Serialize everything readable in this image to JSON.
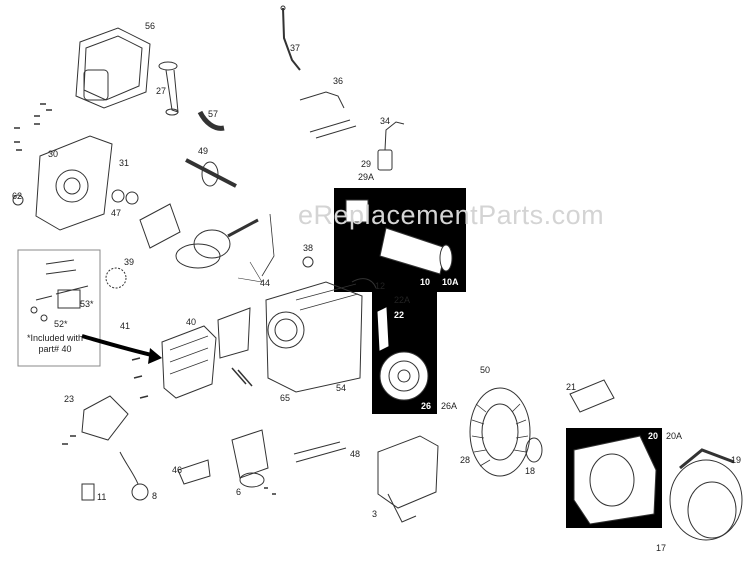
{
  "watermark": "eReplacementParts.com",
  "note": "*Included with part# 40",
  "part_labels": {
    "p56": "56",
    "p37": "37",
    "p27": "27",
    "p36": "36",
    "p57": "57",
    "p34": "34",
    "p30": "30",
    "p49": "49",
    "p31": "31",
    "p29": "29",
    "p29A": "29A",
    "p62": "62",
    "p47": "47",
    "p38": "38",
    "p39": "39",
    "p44": "44",
    "p12": "12",
    "p10": "10",
    "p10A": "10A",
    "p22A": "22A",
    "p22": "22",
    "p53": "53*",
    "p52": "52*",
    "p41": "41",
    "p40": "40",
    "p26": "26",
    "p26A": "26A",
    "p50": "50",
    "p21": "21",
    "p23": "23",
    "p65": "65",
    "p54": "54",
    "p20": "20",
    "p20A": "20A",
    "p19": "19",
    "p28": "28",
    "p18": "18",
    "p48": "48",
    "p46": "46",
    "p6": "6",
    "p3": "3",
    "p11": "11",
    "p8": "8",
    "p17": "17"
  }
}
